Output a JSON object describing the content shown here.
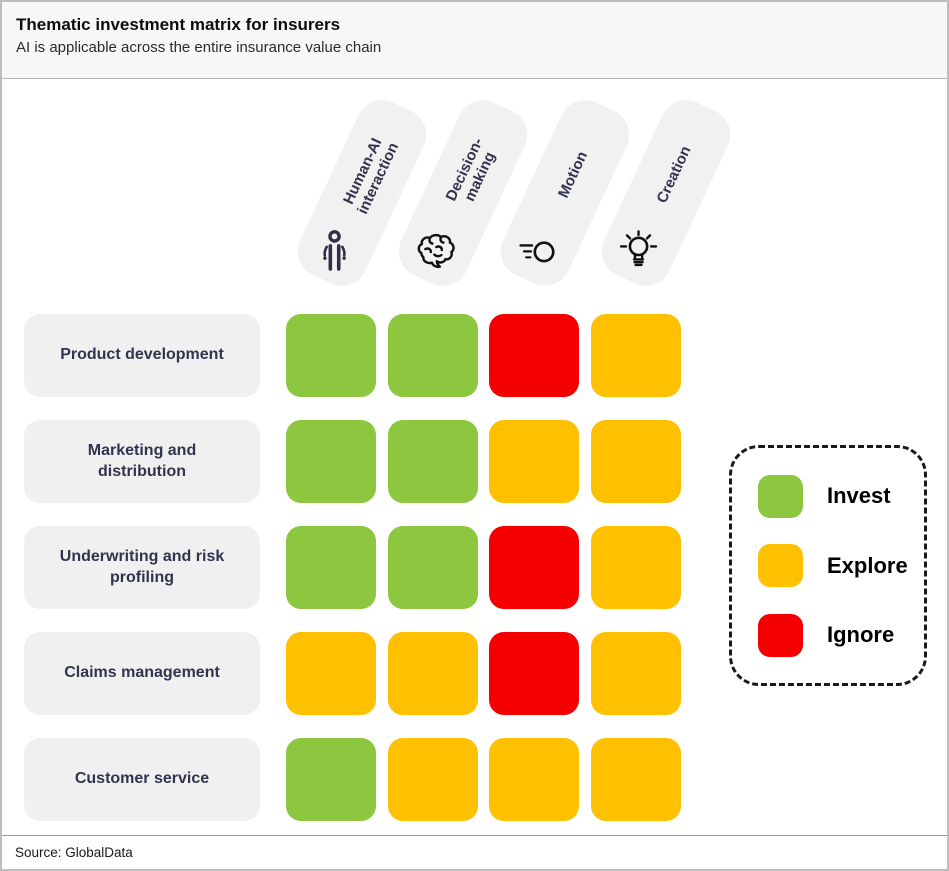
{
  "header": {
    "title": "Thematic investment matrix for insurers",
    "subtitle": "AI is applicable across the entire insurance value chain"
  },
  "footer": {
    "source": "Source: GlobalData"
  },
  "chart_data": {
    "type": "heatmap",
    "title": "Thematic investment matrix for insurers",
    "subtitle": "AI is applicable across the entire insurance value chain",
    "columns": [
      {
        "label": "Human-AI interaction",
        "icon": "person-icon"
      },
      {
        "label": "Decision-making",
        "icon": "brain-icon"
      },
      {
        "label": "Motion",
        "icon": "motion-icon"
      },
      {
        "label": "Creation",
        "icon": "lightbulb-icon"
      }
    ],
    "rows": [
      "Product development",
      "Marketing and distribution",
      "Underwriting and risk profiling",
      "Claims management",
      "Customer service"
    ],
    "values": [
      [
        "invest",
        "invest",
        "ignore",
        "explore"
      ],
      [
        "invest",
        "invest",
        "explore",
        "explore"
      ],
      [
        "invest",
        "invest",
        "ignore",
        "explore"
      ],
      [
        "explore",
        "explore",
        "ignore",
        "explore"
      ],
      [
        "invest",
        "explore",
        "explore",
        "explore"
      ]
    ],
    "legend": [
      {
        "key": "invest",
        "label": "Invest",
        "color": "#8DC63F"
      },
      {
        "key": "explore",
        "label": "Explore",
        "color": "#FFC000"
      },
      {
        "key": "ignore",
        "label": "Ignore",
        "color": "#F40000"
      }
    ],
    "colors": {
      "invest": "#8DC63F",
      "explore": "#FFC000",
      "ignore": "#F40000"
    },
    "legend_position": "right",
    "source": "Source: GlobalData"
  }
}
